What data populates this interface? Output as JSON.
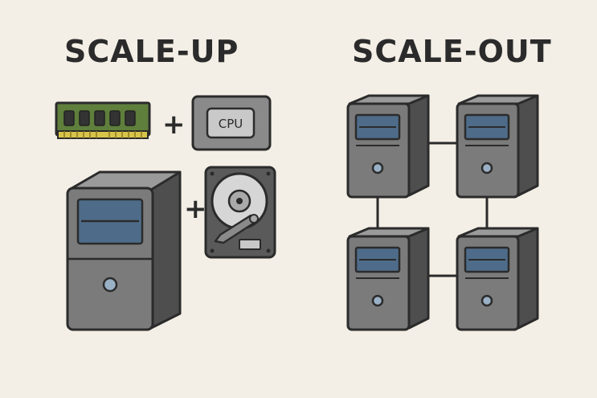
{
  "left": {
    "title": "SCALE-UP",
    "plus_1": "+",
    "plus_2": "+",
    "cpu_label": "CPU"
  },
  "right": {
    "title": "SCALE-OUT"
  },
  "icons": [
    "ram-module-icon",
    "cpu-chip-icon",
    "tower-server-icon",
    "hard-drive-icon",
    "rack-server-icon"
  ],
  "colors": {
    "background": "#f3efe6",
    "server_front": "#7b7b7b",
    "server_side": "#4e4e4e",
    "drive_bay": "#4e6c8a",
    "ram_pcb": "#5f7f3c",
    "ram_contacts": "#d9c44a"
  }
}
